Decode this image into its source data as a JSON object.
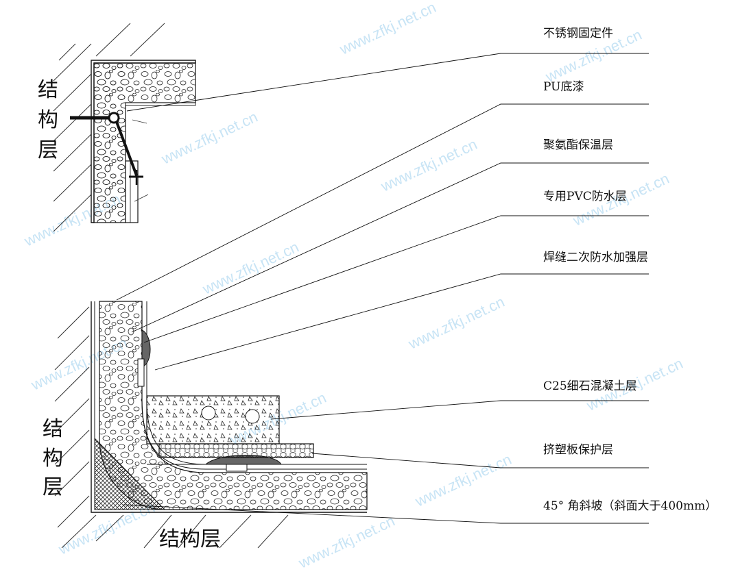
{
  "labels": {
    "stainless_fixing": "不锈钢固定件",
    "pu_primer": "PU底漆",
    "pu_insulation": "聚氨酯保温层",
    "pvc_waterproof": "专用PVC防水层",
    "weld_reinforce": "焊缝二次防水加强层",
    "c25_concrete": "C25细石混凝土层",
    "xps_protect": "挤塑板保护层",
    "slope_45": "45° 角斜坡（斜面大于400mm）"
  },
  "structure": {
    "top_c1": "结",
    "top_c2": "构",
    "top_c3": "层",
    "mid_c1": "结",
    "mid_c2": "构",
    "mid_c3": "层",
    "bottom": "结构层"
  },
  "watermark": "www.zfkj.net.cn",
  "colors": {
    "line": "#111111",
    "watermark": "#bfe0f4"
  }
}
